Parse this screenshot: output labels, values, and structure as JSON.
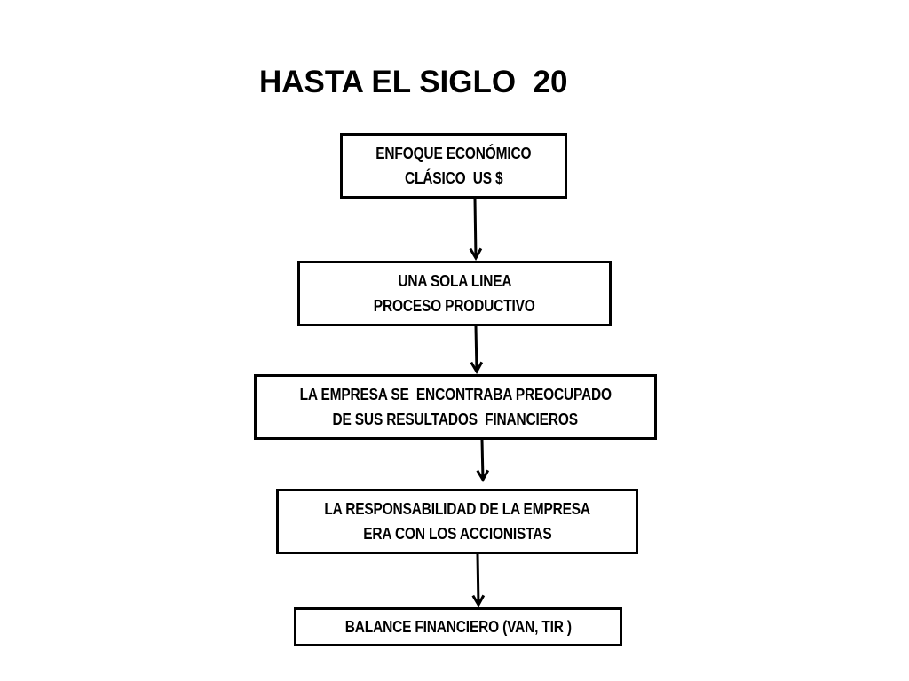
{
  "title": "HASTA EL SIGLO  20",
  "flow": {
    "steps": [
      {
        "lines": [
          "ENFOQUE ECONÓMICO",
          "CLÁSICO  US $"
        ]
      },
      {
        "lines": [
          "UNA SOLA LINEA",
          "PROCESO PRODUCTIVO"
        ]
      },
      {
        "lines": [
          "LA EMPRESA SE  ENCONTRABA PREOCUPADO",
          "DE SUS RESULTADOS  FINANCIEROS"
        ]
      },
      {
        "lines": [
          "LA RESPONSABILIDAD DE LA EMPRESA",
          "ERA CON LOS ACCIONISTAS"
        ]
      },
      {
        "lines": [
          "BALANCE FINANCIERO (VAN, TIR )"
        ]
      }
    ],
    "colors": {
      "stroke": "#000000",
      "background": "#ffffff"
    }
  }
}
